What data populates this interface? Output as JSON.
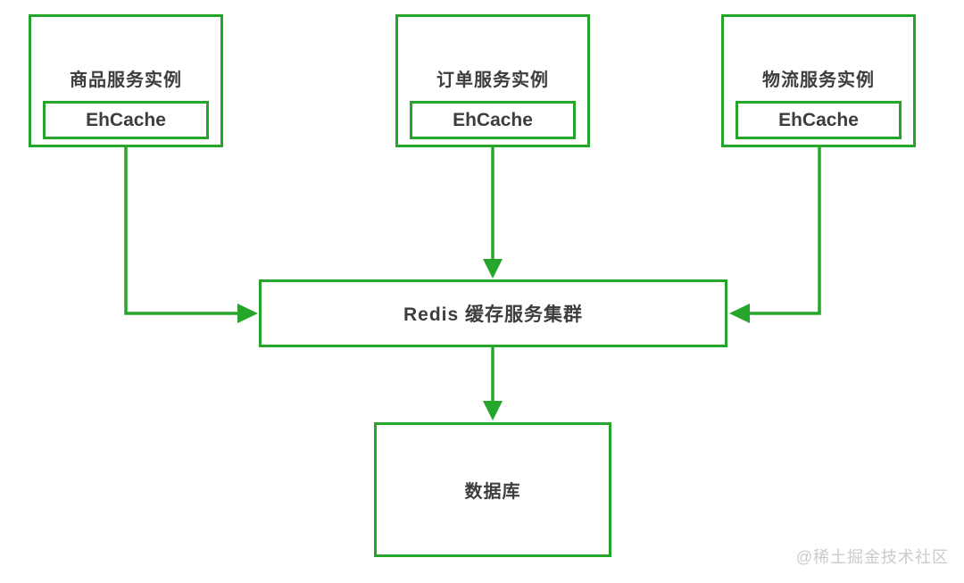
{
  "diagram": {
    "services": [
      {
        "title": "商品服务实例",
        "cache_label": "EhCache"
      },
      {
        "title": "订单服务实例",
        "cache_label": "EhCache"
      },
      {
        "title": "物流服务实例",
        "cache_label": "EhCache"
      }
    ],
    "redis": {
      "label": "Redis 缓存服务集群"
    },
    "database": {
      "label": "数据库"
    },
    "colors": {
      "line": "#25a62b",
      "text": "#3d3d3d",
      "watermark": "#cbcbcb",
      "background": "#ffffff"
    },
    "watermark": "@稀土掘金技术社区"
  }
}
